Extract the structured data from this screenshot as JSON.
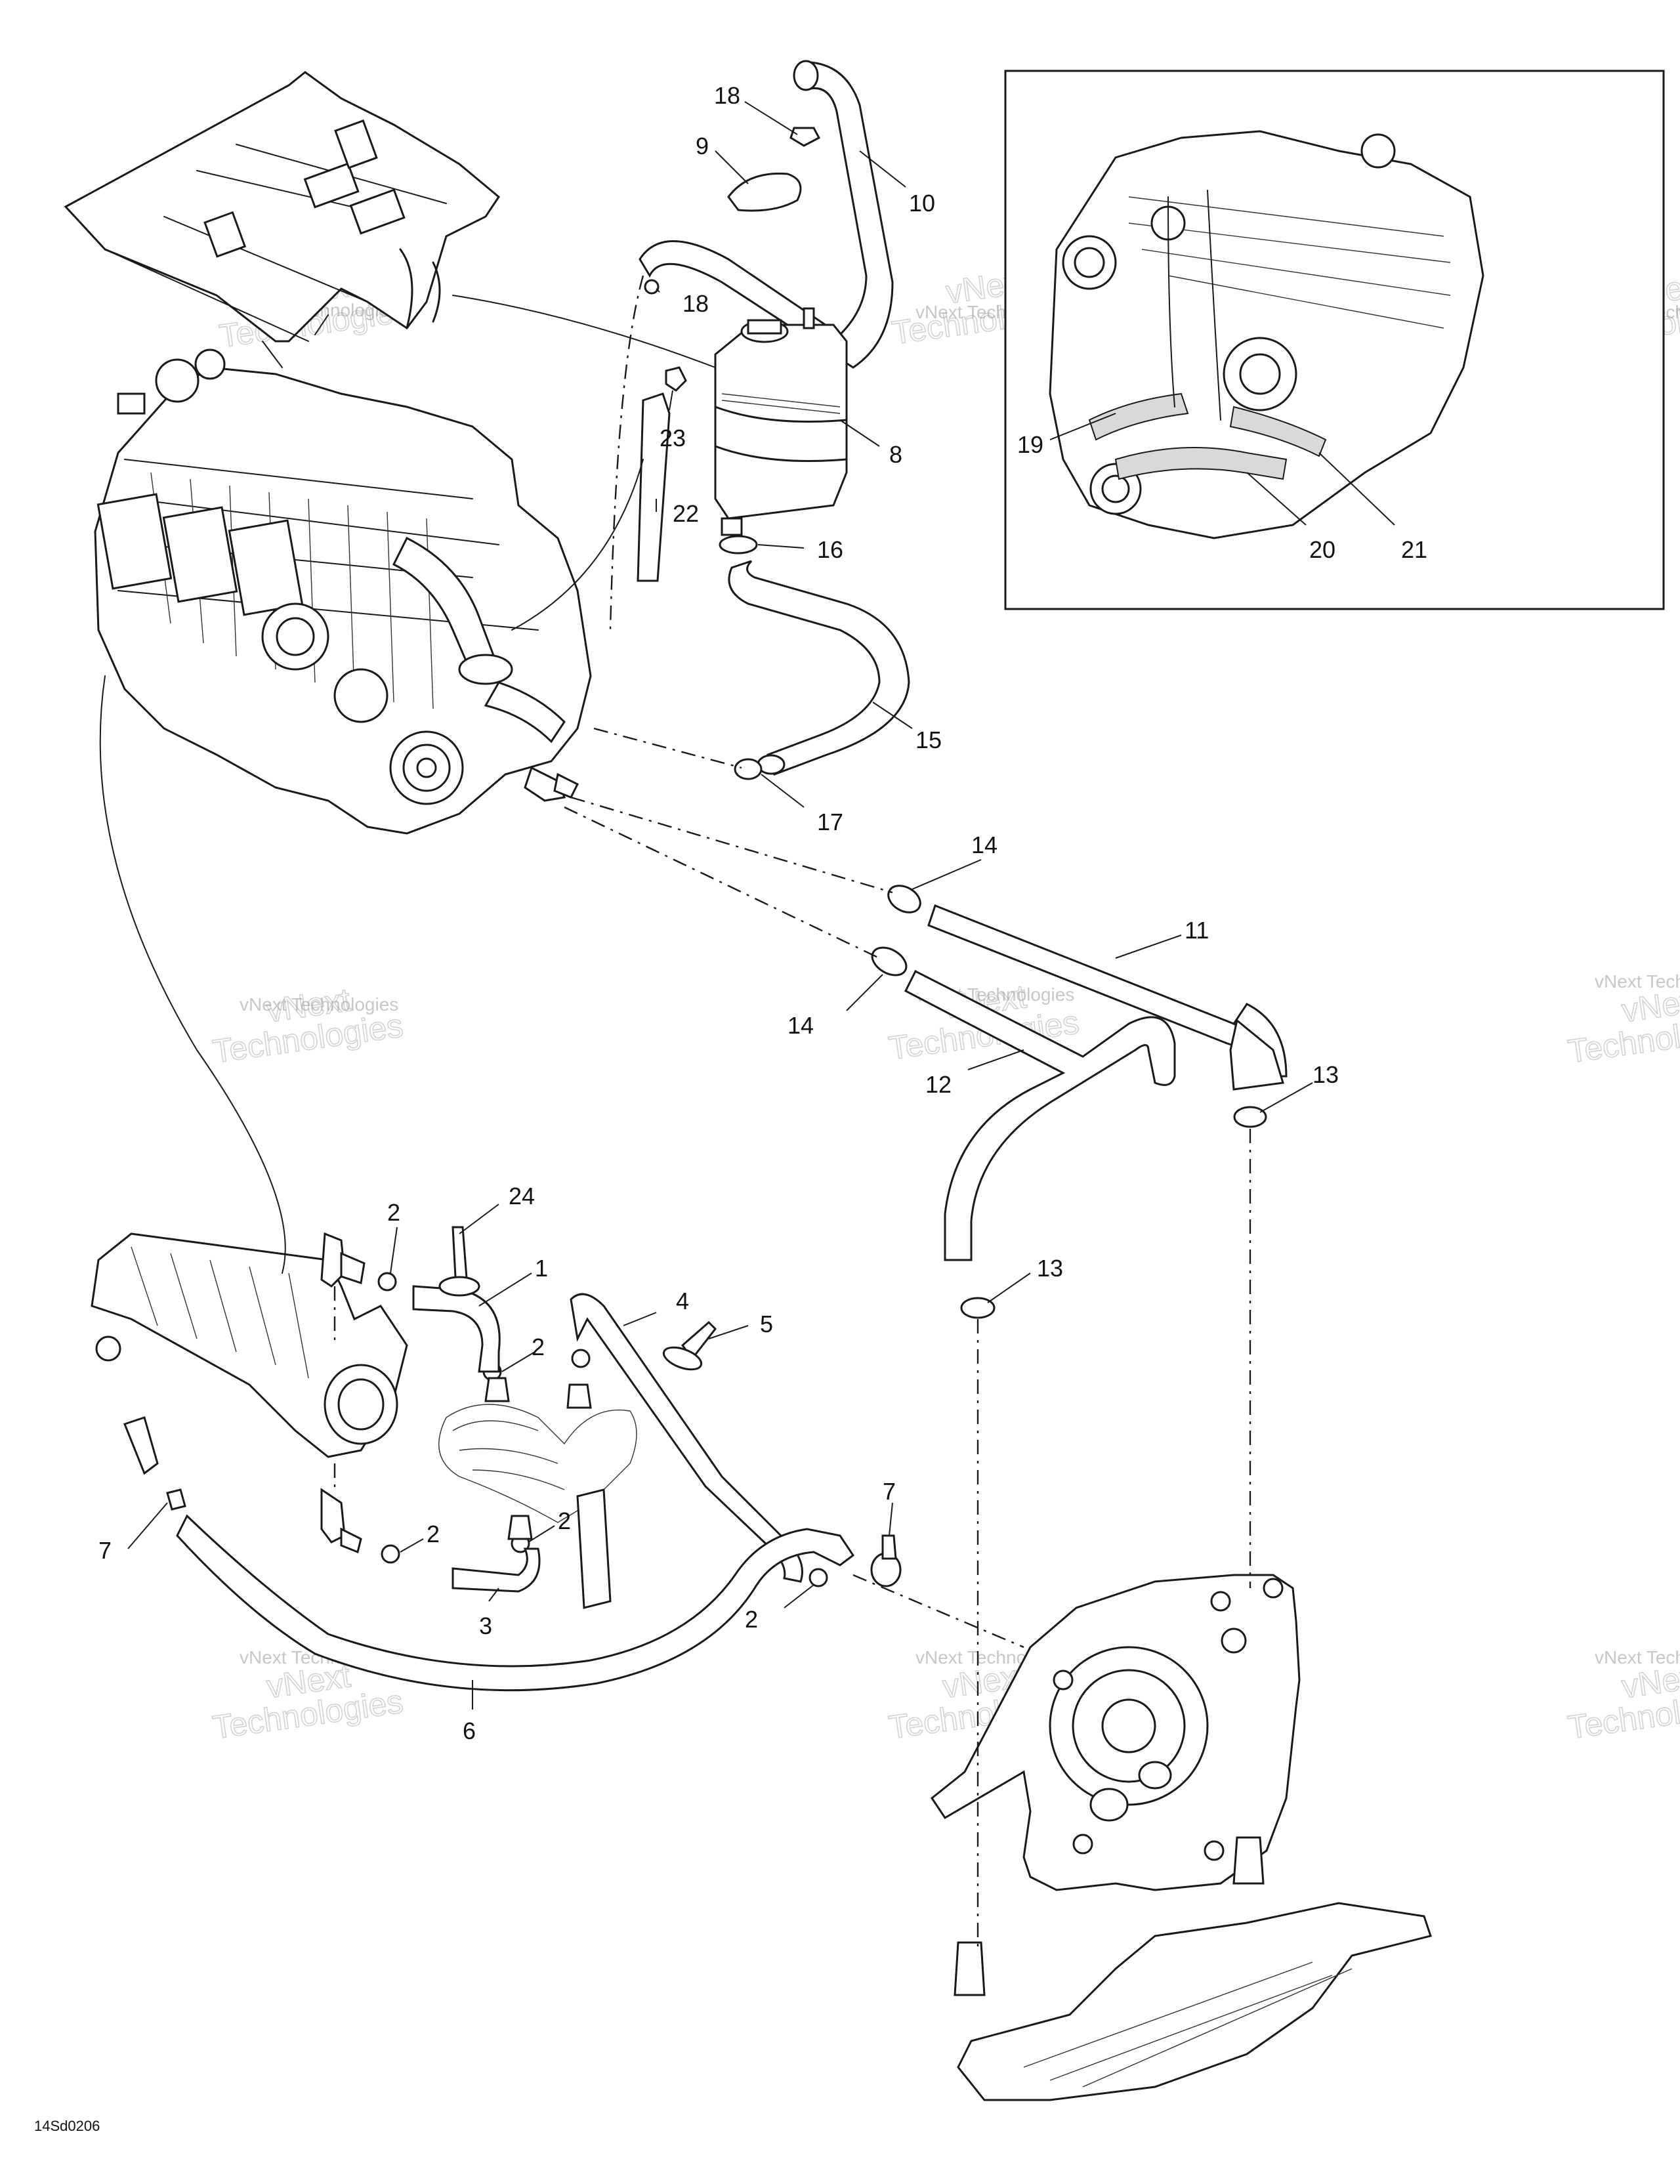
{
  "callouts": [
    {
      "id": "c18a",
      "label": "18"
    },
    {
      "id": "c9",
      "label": "9"
    },
    {
      "id": "c10",
      "label": "10"
    },
    {
      "id": "c18b",
      "label": "18"
    },
    {
      "id": "c23",
      "label": "23"
    },
    {
      "id": "c8",
      "label": "8"
    },
    {
      "id": "c22",
      "label": "22"
    },
    {
      "id": "c16",
      "label": "16"
    },
    {
      "id": "c15",
      "label": "15"
    },
    {
      "id": "c17",
      "label": "17"
    },
    {
      "id": "c19",
      "label": "19"
    },
    {
      "id": "c20",
      "label": "20"
    },
    {
      "id": "c21",
      "label": "21"
    },
    {
      "id": "c14a",
      "label": "14"
    },
    {
      "id": "c11",
      "label": "11"
    },
    {
      "id": "c14b",
      "label": "14"
    },
    {
      "id": "c12",
      "label": "12"
    },
    {
      "id": "c13a",
      "label": "13"
    },
    {
      "id": "c13b",
      "label": "13"
    },
    {
      "id": "c24",
      "label": "24"
    },
    {
      "id": "c2a",
      "label": "2"
    },
    {
      "id": "c1",
      "label": "1"
    },
    {
      "id": "c4",
      "label": "4"
    },
    {
      "id": "c5",
      "label": "5"
    },
    {
      "id": "c2b",
      "label": "2"
    },
    {
      "id": "c7a",
      "label": "7"
    },
    {
      "id": "c7b",
      "label": "7"
    },
    {
      "id": "c2c",
      "label": "2"
    },
    {
      "id": "c2d",
      "label": "2"
    },
    {
      "id": "c3",
      "label": "3"
    },
    {
      "id": "c2e",
      "label": "2"
    },
    {
      "id": "c6",
      "label": "6"
    }
  ],
  "watermark": {
    "line1": "vNext",
    "line2": "Technologies",
    "small": "vNext Technologies"
  },
  "drawing_code": "14Sd0206"
}
